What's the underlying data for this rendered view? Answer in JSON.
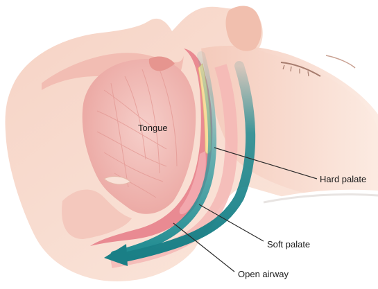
{
  "labels": {
    "tongue": "Tongue",
    "hard_palate": "Hard palate",
    "soft_palate": "Soft palate",
    "open_airway": "Open airway"
  },
  "colors": {
    "skin": "#f4cdbf",
    "skin_light": "#fae6dc",
    "tongue": "#f0b7b3",
    "tongue_fiber": "#e89f9a",
    "airway_tissue": "#e98a92",
    "airflow_arrow": "#1e8a90",
    "leader_line": "#2a2a2a",
    "pillow": "#ffffff"
  },
  "icons": {
    "airflow": "airflow-arrow-icon"
  }
}
